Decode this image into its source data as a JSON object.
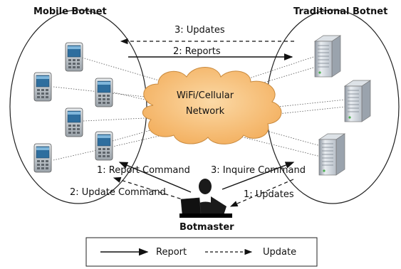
{
  "groups": {
    "mobile_botnet": "Mobile Botnet",
    "traditional_botnet": "Traditional Botnet"
  },
  "network": {
    "line1": "WiFi/Cellular",
    "line2": "Network"
  },
  "botmaster": "Botmaster",
  "flows": {
    "updates_top": "3: Updates",
    "reports_top": "2: Reports",
    "report_command": "1: Report Command",
    "inquire_command": "3: Inquire Command",
    "update_command": "2: Update Command",
    "updates_bottom": "1: Updates"
  },
  "legend": {
    "report": "Report",
    "update": "Update"
  },
  "icons": {
    "phone": "smartphone-icon",
    "server": "server-icon",
    "person": "botmaster-icon",
    "cloud": "cloud-icon"
  },
  "colors": {
    "cloud": "#F7C07A",
    "server": "#C9CFD6"
  }
}
